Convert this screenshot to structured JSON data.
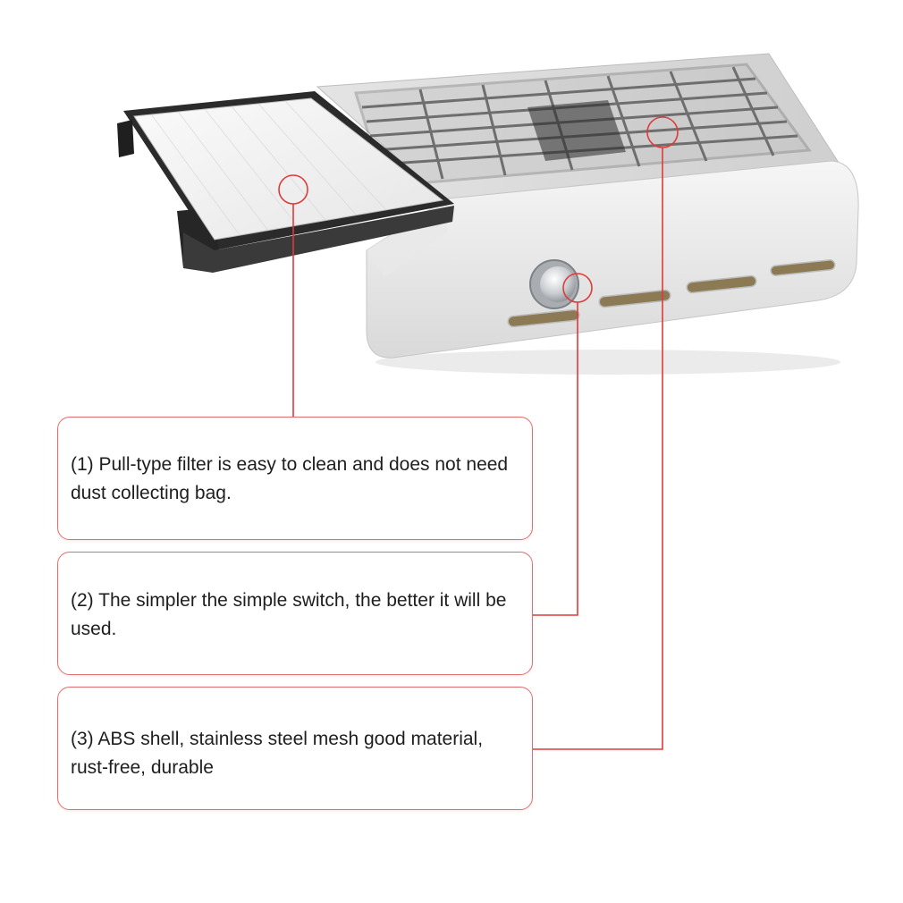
{
  "product_image": {
    "subject": "nail-dust-collector",
    "icons": [
      "pull-out-filter",
      "steel-mesh-grille",
      "power-switch"
    ]
  },
  "colors": {
    "callout_border": "#e07070",
    "leader_line": "#e03a3a",
    "text": "#1e1e1e",
    "background": "#ffffff"
  },
  "callouts": [
    {
      "text": "(1) Pull-type filter is easy to clean and does not need dust collecting bag."
    },
    {
      "text": "(2) The simpler the simple switch, the better it will be used."
    },
    {
      "text": "(3) ABS shell, stainless steel mesh good material, rust-free, durable"
    }
  ]
}
